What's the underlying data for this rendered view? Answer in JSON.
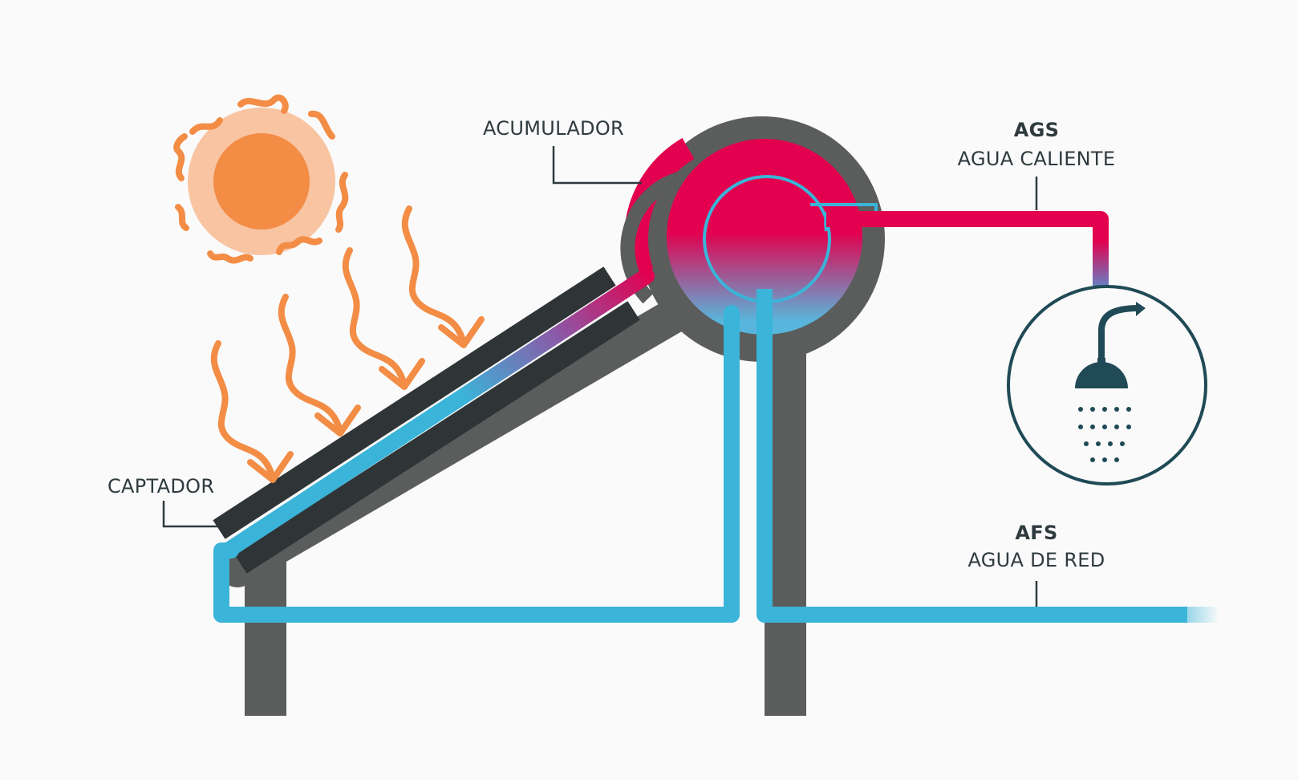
{
  "labels": {
    "collector": "CAPTADOR",
    "accumulator": "ACUMULADOR",
    "hot_code": "AGS",
    "hot_name": "AGUA CALIENTE",
    "cold_code": "AFS",
    "cold_name": "AGUA DE RED"
  },
  "colors": {
    "background": "#fafafa",
    "structure": "#5a5d5c",
    "panel": "#2f3436",
    "hot_water": "#e2004f",
    "cold_water": "#3ab4d8",
    "sun_core": "#f38c45",
    "sun_halo": "#f8c4a2",
    "sun_rays": "#f38c45",
    "label_text": "#2f3a3e",
    "shower_outline": "#1f4a56"
  },
  "icons": {
    "sun": "sun-icon",
    "heat_rays": "heat-ray-icon",
    "shower": "shower-icon"
  }
}
